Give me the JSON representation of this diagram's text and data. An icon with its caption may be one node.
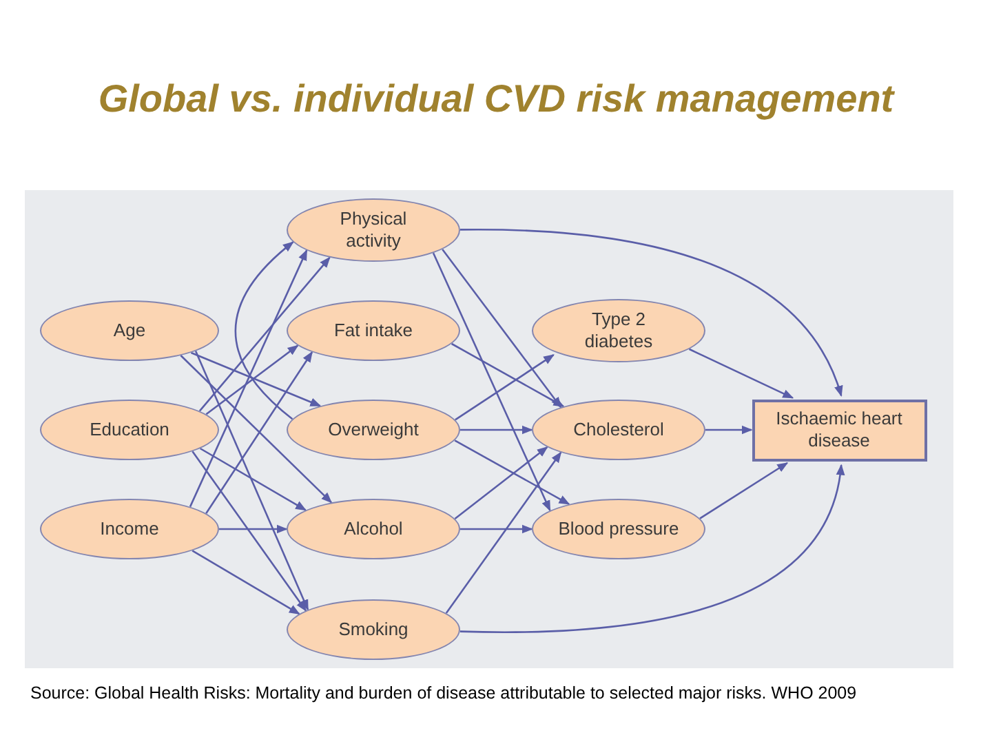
{
  "diagram": {
    "title": "Global vs. individual CVD risk management",
    "caption": "Source: Global Health Risks: Mortality and burden of disease attributable to selected major risks. WHO 2009",
    "nodes": [
      {
        "text": [
          "Age"
        ]
      },
      {
        "text": [
          "Education"
        ]
      },
      {
        "text": [
          "Income"
        ]
      },
      {
        "text": [
          "Physical activity"
        ]
      },
      {
        "text": [
          "Fat intake"
        ]
      },
      {
        "text": [
          "Overweight"
        ]
      },
      {
        "text": [
          "Alcohol"
        ]
      },
      {
        "text": [
          "Smoking"
        ]
      },
      {
        "text": [
          "Type 2 diabetes"
        ]
      },
      {
        "text": [
          "Cholesterol"
        ]
      },
      {
        "text": [
          "Blood pressure"
        ]
      },
      {
        "text": [
          "Ischaemic heart disease"
        ]
      }
    ],
    "edges": [
      {
        "from": 0,
        "to": 5,
        "arrow": "to"
      },
      {
        "from": 0,
        "to": 6,
        "arrow": "to"
      },
      {
        "from": 0,
        "to": 7,
        "arrow": "to"
      },
      {
        "from": 1,
        "to": 3,
        "arrow": "to"
      },
      {
        "from": 1,
        "to": 4,
        "arrow": "to"
      },
      {
        "from": 1,
        "to": 6,
        "arrow": "to"
      },
      {
        "from": 1,
        "to": 7,
        "arrow": "to"
      },
      {
        "from": 2,
        "to": 3,
        "arrow": "to"
      },
      {
        "from": 2,
        "to": 4,
        "arrow": "to"
      },
      {
        "from": 2,
        "to": 6,
        "arrow": "to"
      },
      {
        "from": 2,
        "to": 7,
        "arrow": "to"
      },
      {
        "from": 3,
        "to": 9,
        "arrow": "to"
      },
      {
        "from": 3,
        "to": 10,
        "arrow": "to"
      },
      {
        "from": 3,
        "to": 11,
        "arrow": "to"
      },
      {
        "from": 4,
        "to": 9,
        "arrow": "to"
      },
      {
        "from": 5,
        "to": 3,
        "arrow": "to"
      },
      {
        "from": 5,
        "to": 8,
        "arrow": "to"
      },
      {
        "from": 5,
        "to": 9,
        "arrow": "to"
      },
      {
        "from": 5,
        "to": 10,
        "arrow": "to"
      },
      {
        "from": 6,
        "to": 9,
        "arrow": "to"
      },
      {
        "from": 6,
        "to": 10,
        "arrow": "to"
      },
      {
        "from": 7,
        "to": 9,
        "arrow": "to"
      },
      {
        "from": 7,
        "to": 11,
        "arrow": "to"
      },
      {
        "from": 8,
        "to": 11,
        "arrow": "to"
      },
      {
        "from": 9,
        "to": 11,
        "arrow": "to"
      },
      {
        "from": 10,
        "to": 11,
        "arrow": "to"
      }
    ]
  }
}
